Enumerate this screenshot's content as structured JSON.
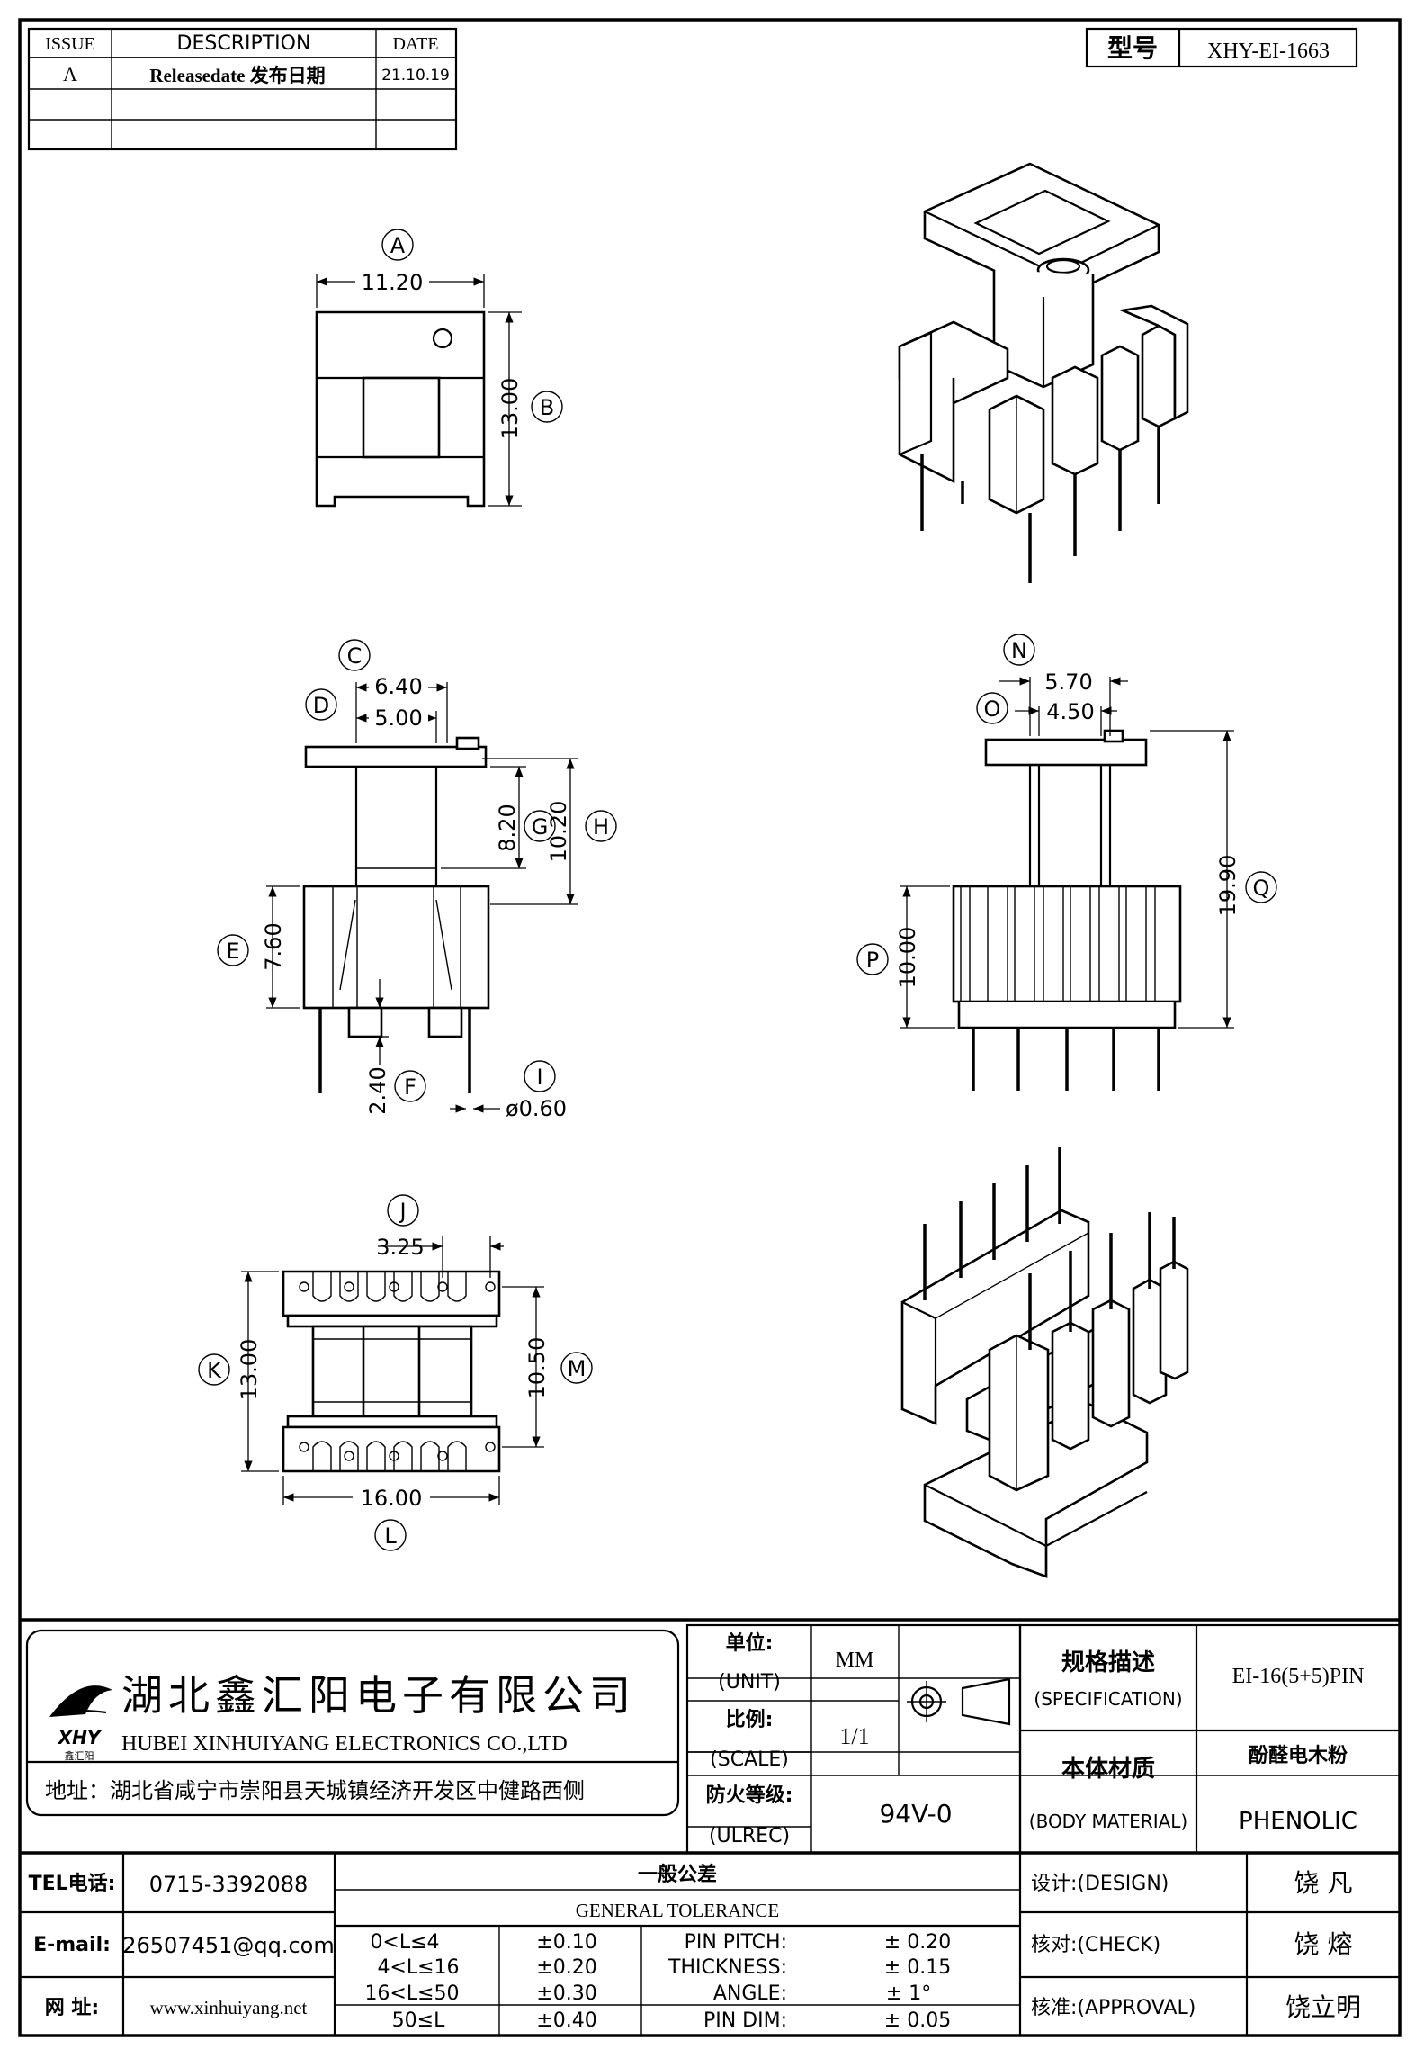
{
  "revision_table": {
    "headers": [
      "ISSUE",
      "DESCRIPTION",
      "DATE"
    ],
    "rows": [
      {
        "issue": "A",
        "description": "Releasedate 发布日期",
        "date": "21.10.19"
      },
      {
        "issue": "",
        "description": "",
        "date": ""
      },
      {
        "issue": "",
        "description": "",
        "date": ""
      }
    ]
  },
  "model": {
    "label": "型号",
    "value": "XHY-EI-1663"
  },
  "views": {
    "top": {
      "dims": {
        "A": "11.20",
        "B": "13.00"
      }
    },
    "front": {
      "dims": {
        "C": "6.40",
        "D": "5.00",
        "G": "8.20",
        "H": "10.20",
        "E": "7.60",
        "F": "2.40",
        "I": "ø0.60"
      }
    },
    "side": {
      "dims": {
        "N": "5.70",
        "O": "4.50",
        "Q": "19.90",
        "P": "10.00"
      }
    },
    "bottom": {
      "dims": {
        "J": "3.25",
        "K": "13.00",
        "M": "10.50",
        "L": "16.00"
      }
    }
  },
  "company": {
    "name_cn": "湖北鑫汇阳电子有限公司",
    "name_en": "HUBEI XINHUIYANG ELECTRONICS CO.,LTD",
    "address": "地址：湖北省咸宁市崇阳县天城镇经济开发区中健路西侧",
    "logo_text": "XHY",
    "logo_sub": "鑫汇阳"
  },
  "title_block": {
    "unit_label_cn": "单位:",
    "unit_label_en": "(UNIT)",
    "unit_value": "MM",
    "scale_label_cn": "比例:",
    "scale_label_en": "(SCALE)",
    "scale_value": "1/1",
    "fire_label_cn": "防火等级:",
    "fire_label_en": "(ULREC)",
    "fire_value": "94V-0",
    "spec_label_cn": "规格描述",
    "spec_label_en": "(SPECIFICATION)",
    "spec_value": "EI-16(5+5)PIN",
    "material_label_cn": "本体材质",
    "material_label_en": "(BODY MATERIAL)",
    "material_value_cn": "酚醛电木粉",
    "material_value_en": "PHENOLIC"
  },
  "contact": {
    "tel_label": "TEL电话:",
    "tel_value": "0715-3392088",
    "email_label": "E-mail:",
    "email_value": "26507451@qq.com",
    "web_label": "网    址:",
    "web_value": "www.xinhuiyang.net"
  },
  "tolerance": {
    "title_cn": "一般公差",
    "title_en": "GENERAL TOLERANCE",
    "rows": [
      {
        "range": "0<L≤4",
        "tol": "±0.10",
        "item": "PIN PITCH:",
        "value": "± 0.20"
      },
      {
        "range": "4<L≤16",
        "tol": "±0.20",
        "item": "THICKNESS:",
        "value": "± 0.15"
      },
      {
        "range": "16<L≤50",
        "tol": "±0.30",
        "item": "ANGLE:",
        "value": "± 1°"
      },
      {
        "range": "50≤L",
        "tol": "±0.40",
        "item": "PIN DIM:",
        "value": "± 0.05"
      }
    ]
  },
  "signatures": {
    "design_label": "设计:(DESIGN)",
    "design_name": "饶  凡",
    "check_label": "核对:(CHECK)",
    "check_name": "饶  熔",
    "approval_label": "核准:(APPROVAL)",
    "approval_name": "饶立明"
  }
}
